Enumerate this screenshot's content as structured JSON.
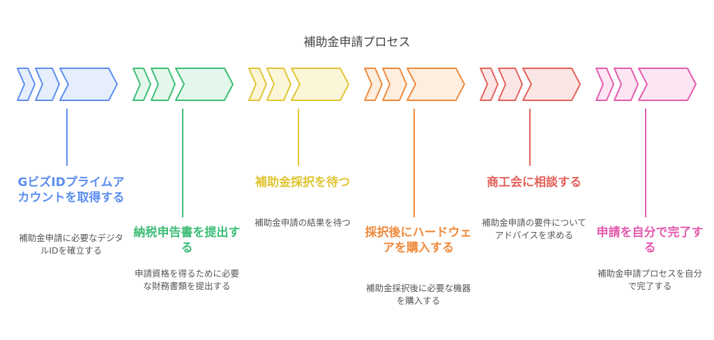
{
  "title": "補助金申請プロセス",
  "steps": [
    {
      "title": "GビズIDプライムアカウントを取得する",
      "description": "補助金申請に必要なデジタルIDを確立する",
      "color": "#5b8def",
      "fill": "#e6eefe"
    },
    {
      "title": "納税申告書を提出する",
      "description": "申請資格を得るために必要な財務書類を提出する",
      "color": "#3dbd77",
      "fill": "#e3f7ec"
    },
    {
      "title": "補助金採択を待つ",
      "description": "補助金申請の結果を待つ",
      "color": "#e0c533",
      "fill": "#fbf6d8"
    },
    {
      "title": "採択後にハードウェアを購入する",
      "description": "補助金採択後に必要な機器を購入する",
      "color": "#ef8a3c",
      "fill": "#fdeedf"
    },
    {
      "title": "商工会に相談する",
      "description": "補助金申請の要件についてアドバイスを求める",
      "color": "#e3605a",
      "fill": "#fce6e5"
    },
    {
      "title": "申請を自分で完了する",
      "description": "補助金申請プロセスを自分で完了する",
      "color": "#e35aad",
      "fill": "#fce6f3"
    }
  ]
}
